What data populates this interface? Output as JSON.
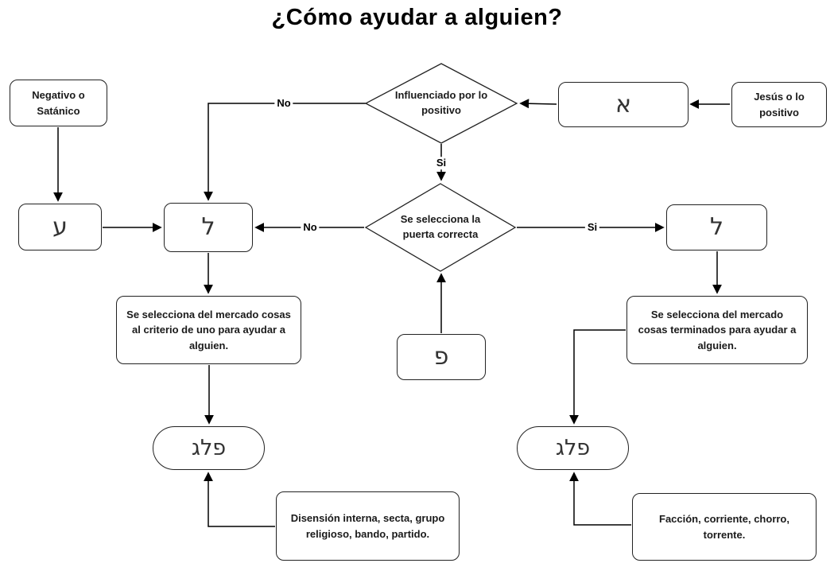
{
  "title": "¿Cómo ayudar a alguien?",
  "flowchart": {
    "colors": {
      "background": "#ffffff",
      "node_fill": "#ffffff",
      "node_border": "#222222",
      "line": "#000000",
      "text": "#1a1a1a"
    },
    "nodes": {
      "negativo": {
        "label": "Negativo o Satánico",
        "type": "rounded-rect"
      },
      "aleph": {
        "label": "א",
        "type": "rounded-rect"
      },
      "jesus": {
        "label": "Jesús o lo positivo",
        "type": "rounded-rect"
      },
      "influenciado": {
        "label": "Influenciado por lo positivo",
        "type": "decision"
      },
      "ayin": {
        "label": "ע",
        "type": "rounded-rect"
      },
      "lamed_left": {
        "label": "ל",
        "type": "rounded-rect"
      },
      "puerta": {
        "label": "Se selecciona la puerta correcta",
        "type": "decision"
      },
      "lamed_right": {
        "label": "ל",
        "type": "rounded-rect"
      },
      "mercado_left": {
        "label": "Se selecciona del mercado cosas al criterio de uno para ayudar a alguien.",
        "type": "rounded-rect"
      },
      "pe": {
        "label": "פ",
        "type": "rounded-rect"
      },
      "mercado_right": {
        "label": "Se selecciona del mercado cosas terminados para ayudar a alguien.",
        "type": "rounded-rect"
      },
      "peleg_left": {
        "label": "פלג",
        "type": "terminator"
      },
      "peleg_right": {
        "label": "פלג",
        "type": "terminator"
      },
      "disension": {
        "label": "Disensión interna, secta, grupo religioso, bando, partido.",
        "type": "rounded-rect"
      },
      "faccion": {
        "label": "Facción, corriente, chorro, torrente.",
        "type": "rounded-rect"
      }
    },
    "edges": [
      {
        "from": "jesus",
        "to": "aleph"
      },
      {
        "from": "aleph",
        "to": "influenciado"
      },
      {
        "from": "influenciado",
        "to": "lamed_left",
        "label": "No"
      },
      {
        "from": "influenciado",
        "to": "puerta",
        "label": "Si"
      },
      {
        "from": "puerta",
        "to": "lamed_left",
        "label": "No"
      },
      {
        "from": "puerta",
        "to": "lamed_right",
        "label": "Si"
      },
      {
        "from": "negativo",
        "to": "ayin"
      },
      {
        "from": "ayin",
        "to": "lamed_left"
      },
      {
        "from": "lamed_left",
        "to": "mercado_left"
      },
      {
        "from": "lamed_right",
        "to": "mercado_right"
      },
      {
        "from": "mercado_left",
        "to": "peleg_left"
      },
      {
        "from": "mercado_right",
        "to": "peleg_right"
      },
      {
        "from": "pe",
        "to": "puerta"
      },
      {
        "from": "disension",
        "to": "peleg_left"
      },
      {
        "from": "faccion",
        "to": "peleg_right"
      }
    ]
  }
}
